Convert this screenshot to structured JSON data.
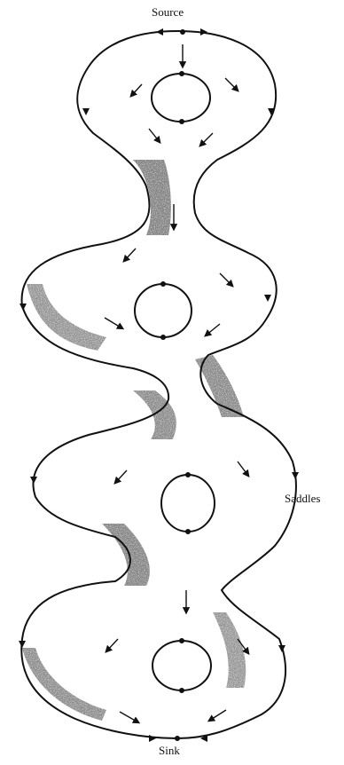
{
  "labels": {
    "top": "Source",
    "right": "Saddles",
    "bottom": "Sink"
  },
  "colors": {
    "ink": "#111111",
    "shade": "#9a9a9a",
    "paper": "#ffffff"
  }
}
